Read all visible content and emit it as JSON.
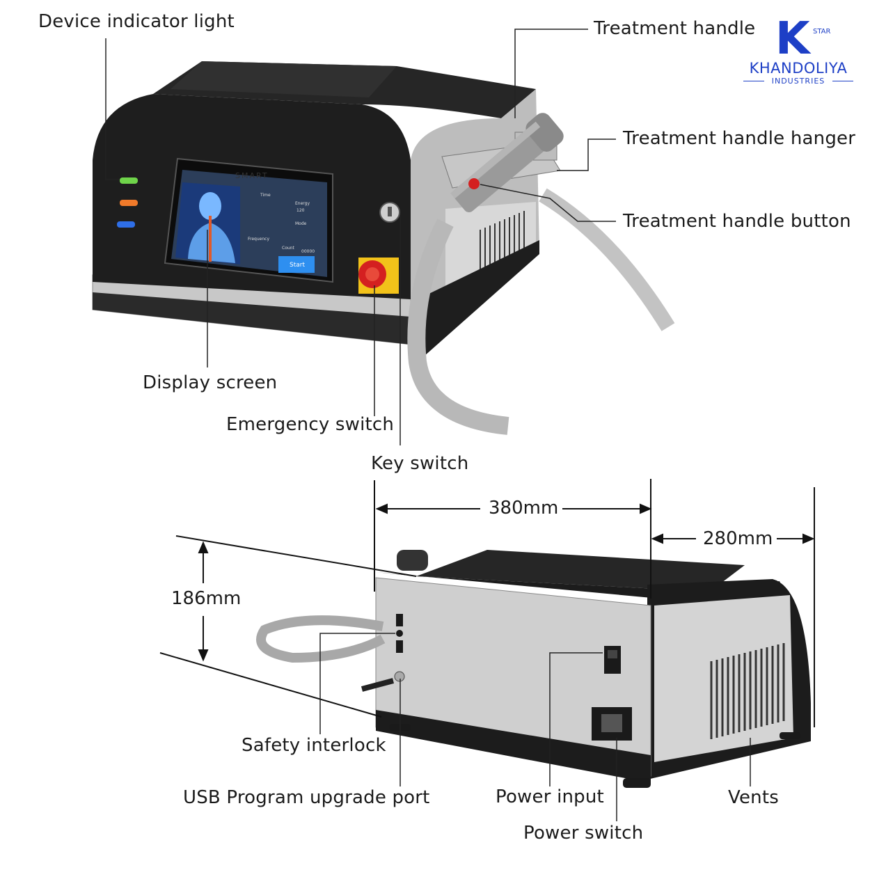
{
  "brand": {
    "logo_letter": "K",
    "logo_star": "STAR",
    "name": "KHANDOLIYA",
    "sub": "INDUSTRIES",
    "color": "#1d3fc6"
  },
  "device_screen": {
    "brand": "SMART",
    "time_label": "Time",
    "energy_label": "Energy",
    "energy_value": "120",
    "mode_label": "Mode",
    "frequency_label": "Frequency",
    "count_label": "Count",
    "count_value": "00000",
    "start_label": "Start"
  },
  "labels": {
    "device_indicator_light": "Device indicator light",
    "treatment_handle": "Treatment handle",
    "treatment_handle_hanger": "Treatment handle hanger",
    "treatment_handle_button": "Treatment handle button",
    "display_screen": "Display screen",
    "emergency_switch": "Emergency switch",
    "key_switch": "Key switch",
    "safety_interlock": "Safety interlock",
    "usb_port": "USB Program upgrade port",
    "power_input": "Power input",
    "power_switch": "Power switch",
    "vents": "Vents"
  },
  "dimensions": {
    "width": "380mm",
    "depth": "280mm",
    "height": "186mm"
  },
  "indicator_colors": [
    "#6fd44a",
    "#f07a2a",
    "#2f6fe8"
  ]
}
